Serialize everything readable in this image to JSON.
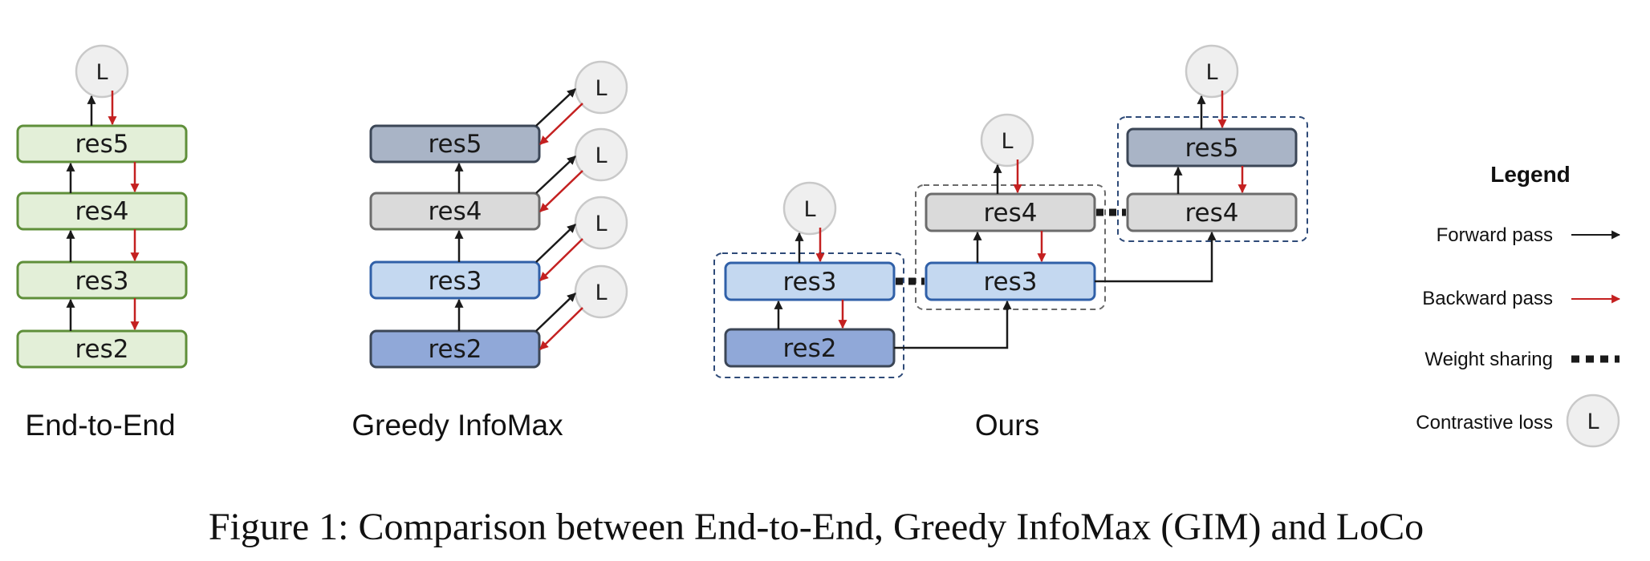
{
  "blocks": {
    "res2": "res2",
    "res3": "res3",
    "res4": "res4",
    "res5": "res5"
  },
  "loss_symbol": "L",
  "panels": {
    "end_to_end": "End-to-End",
    "greedy_infomax": "Greedy InfoMax",
    "ours": "Ours"
  },
  "legend": {
    "title": "Legend",
    "forward_pass": "Forward pass",
    "backward_pass": "Backward pass",
    "weight_sharing": "Weight sharing",
    "contrastive_loss": "Contrastive loss"
  },
  "caption": "Figure 1: Comparison between End-to-End, Greedy InfoMax (GIM) and LoCo",
  "colors": {
    "green_fill": "#e3efd8",
    "green_stroke": "#5f8f3a",
    "slate_fill": "#a9b4c6",
    "gray_fill": "#dadada",
    "lightblue_fill": "#c4d8f0",
    "blue_fill": "#90a8d8",
    "dark_stroke": "#3b4656",
    "blue_stroke": "#3060a8",
    "forward_arrow": "#1a1a1a",
    "backward_arrow": "#c42020",
    "loss_fill": "#efefef",
    "loss_stroke": "#c9c9c9",
    "group_border": "#2e4a78"
  }
}
